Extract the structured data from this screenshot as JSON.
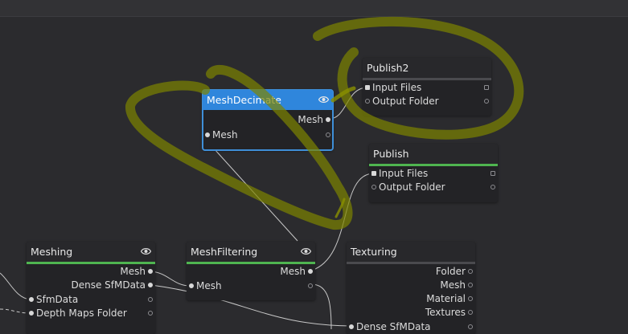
{
  "canvas": {
    "background": "#2b2b2e",
    "highlight_color": "#7d8400",
    "accent_selected": "#2f86dc",
    "status_green": "#4fb550"
  },
  "nodes": {
    "mesh_decimate": {
      "title": "MeshDecimate",
      "output_mesh": "Mesh",
      "input_mesh": "Mesh"
    },
    "publish2": {
      "title": "Publish2",
      "input_files": "Input Files",
      "output_folder": "Output Folder"
    },
    "publish": {
      "title": "Publish",
      "input_files": "Input Files",
      "output_folder": "Output Folder"
    },
    "meshing": {
      "title": "Meshing",
      "output_mesh": "Mesh",
      "output_dense_sfm": "Dense SfMData",
      "input_sfm": "SfmData",
      "input_depth_maps": "Depth Maps Folder"
    },
    "mesh_filtering": {
      "title": "MeshFiltering",
      "output_mesh": "Mesh",
      "input_mesh": "Mesh"
    },
    "texturing": {
      "title": "Texturing",
      "output_folder": "Folder",
      "output_mesh": "Mesh",
      "output_material": "Material",
      "output_textures": "Textures",
      "input_dense_sfm": "Dense SfMData"
    }
  }
}
